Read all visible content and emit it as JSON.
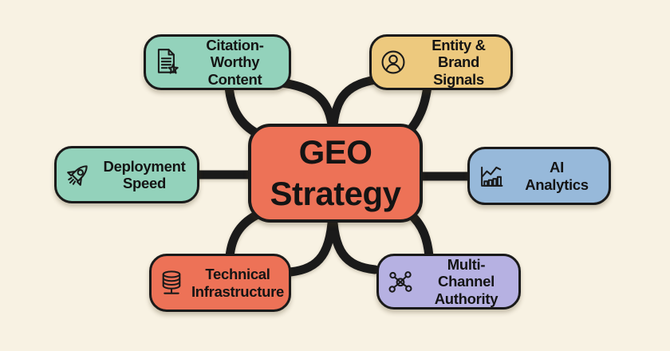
{
  "colors": {
    "background": "#f8f2e3",
    "connector": "#1a1a1a",
    "text": "#141414",
    "center_fill": "#ed7257",
    "teal_fill": "#93d2bb",
    "yellow_fill": "#edc97e",
    "blue_fill": "#97b9da",
    "salmon_fill": "#ed7257",
    "lavender_fill": "#b6b1e2"
  },
  "center": {
    "line1": "GEO",
    "line2": "Strategy"
  },
  "nodes": {
    "citation": {
      "line1": "Citation-Worthy",
      "line2": "Content",
      "icon": "document-star-icon",
      "fill": "#93d2bb"
    },
    "entity": {
      "line1": "Entity &",
      "line2": "Brand Signals",
      "icon": "user-circle-icon",
      "fill": "#edc97e"
    },
    "deployment": {
      "line1": "Deployment",
      "line2": "Speed",
      "icon": "rocket-icon",
      "fill": "#93d2bb"
    },
    "ai": {
      "line1": "AI",
      "line2": "Analytics",
      "icon": "chart-icon",
      "fill": "#97b9da"
    },
    "technical": {
      "line1": "Technical",
      "line2": "Infrastructure",
      "icon": "database-icon",
      "fill": "#ed7257"
    },
    "multi": {
      "line1": "Multi-Channel",
      "line2": "Authority",
      "icon": "network-icon",
      "fill": "#b6b1e2"
    }
  }
}
